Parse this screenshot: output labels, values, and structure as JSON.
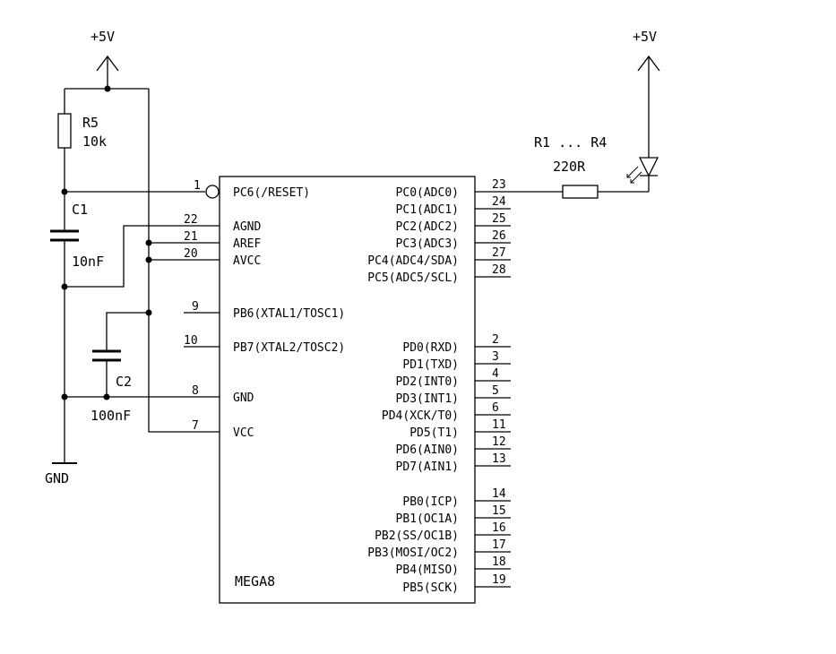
{
  "supply_left": "+5V",
  "supply_right": "+5V",
  "ground": "GND",
  "r5": {
    "name": "R5",
    "value": "10k"
  },
  "c1": {
    "name": "C1",
    "value": "10nF"
  },
  "c2": {
    "name": "C2",
    "value": "100nF"
  },
  "r_led": {
    "name": "R1 ... R4",
    "value": "220R"
  },
  "chip": {
    "name": "MEGA8"
  },
  "left_pins": [
    {
      "num": "1",
      "label": "PC6(/RESET)"
    },
    {
      "num": "22",
      "label": "AGND"
    },
    {
      "num": "21",
      "label": "AREF"
    },
    {
      "num": "20",
      "label": "AVCC"
    },
    {
      "num": "9",
      "label": "PB6(XTAL1/TOSC1)"
    },
    {
      "num": "10",
      "label": "PB7(XTAL2/TOSC2)"
    },
    {
      "num": "8",
      "label": "GND"
    },
    {
      "num": "7",
      "label": "VCC"
    }
  ],
  "right_pins": [
    {
      "num": "23",
      "label": "PC0(ADC0)"
    },
    {
      "num": "24",
      "label": "PC1(ADC1)"
    },
    {
      "num": "25",
      "label": "PC2(ADC2)"
    },
    {
      "num": "26",
      "label": "PC3(ADC3)"
    },
    {
      "num": "27",
      "label": "PC4(ADC4/SDA)"
    },
    {
      "num": "28",
      "label": "PC5(ADC5/SCL)"
    },
    {
      "num": "2",
      "label": "PD0(RXD)"
    },
    {
      "num": "3",
      "label": "PD1(TXD)"
    },
    {
      "num": "4",
      "label": "PD2(INT0)"
    },
    {
      "num": "5",
      "label": "PD3(INT1)"
    },
    {
      "num": "6",
      "label": "PD4(XCK/T0)"
    },
    {
      "num": "11",
      "label": "PD5(T1)"
    },
    {
      "num": "12",
      "label": "PD6(AIN0)"
    },
    {
      "num": "13",
      "label": "PD7(AIN1)"
    },
    {
      "num": "14",
      "label": "PB0(ICP)"
    },
    {
      "num": "15",
      "label": "PB1(OC1A)"
    },
    {
      "num": "16",
      "label": "PB2(SS/OC1B)"
    },
    {
      "num": "17",
      "label": "PB3(MOSI/OC2)"
    },
    {
      "num": "18",
      "label": "PB4(MISO)"
    },
    {
      "num": "19",
      "label": "PB5(SCK)"
    }
  ]
}
